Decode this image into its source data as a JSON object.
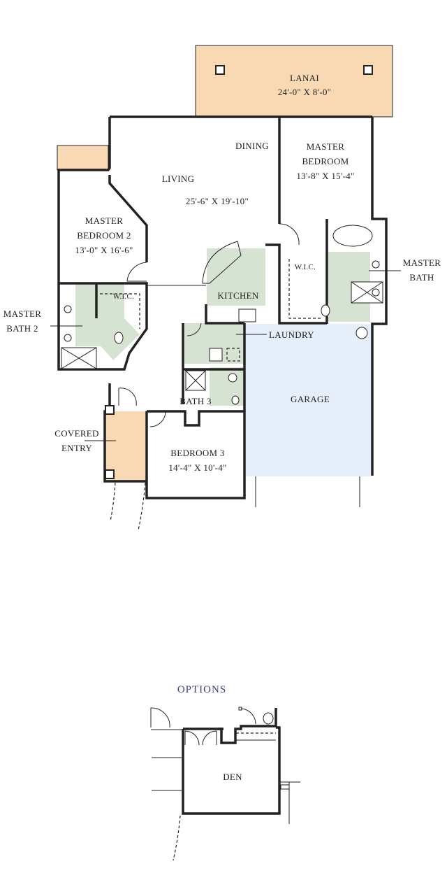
{
  "plan": {
    "rooms": {
      "lanai": {
        "name": "LANAI",
        "size": "24'-0\" X 8'-0\""
      },
      "dining": {
        "name": "DINING"
      },
      "living": {
        "name": "LIVING",
        "size": "25'-6\" X 19'-10\""
      },
      "master_bedroom": {
        "name_1": "MASTER",
        "name_2": "BEDROOM",
        "size": "13'-8\" X 15'-4\""
      },
      "master_bedroom_2": {
        "name_1": "MASTER",
        "name_2": "BEDROOM 2",
        "size": "13'-0\" X 16'-6\""
      },
      "master_bath": {
        "name_1": "MASTER",
        "name_2": "BATH"
      },
      "master_bath_2": {
        "name_1": "MASTER",
        "name_2": "BATH 2"
      },
      "wic_1": {
        "name": "W.I.C."
      },
      "wic_2": {
        "name": "W.I.C."
      },
      "kitchen": {
        "name": "KITCHEN"
      },
      "laundry": {
        "name": "LAUNDRY"
      },
      "garage": {
        "name": "GARAGE"
      },
      "bath_3": {
        "name": "BATH 3"
      },
      "bedroom_3": {
        "name": "BEDROOM 3",
        "size": "14'-4\" X 10'-4\""
      },
      "covered_entry": {
        "name_1": "COVERED",
        "name_2": "ENTRY"
      }
    },
    "colors": {
      "patio": "#f8d9b4",
      "wet_area": "#d7e3d2",
      "garage": "#e6eef9",
      "options_title": "#3b3b82"
    }
  },
  "options": {
    "title": "OPTIONS",
    "den": {
      "name": "DEN"
    }
  }
}
